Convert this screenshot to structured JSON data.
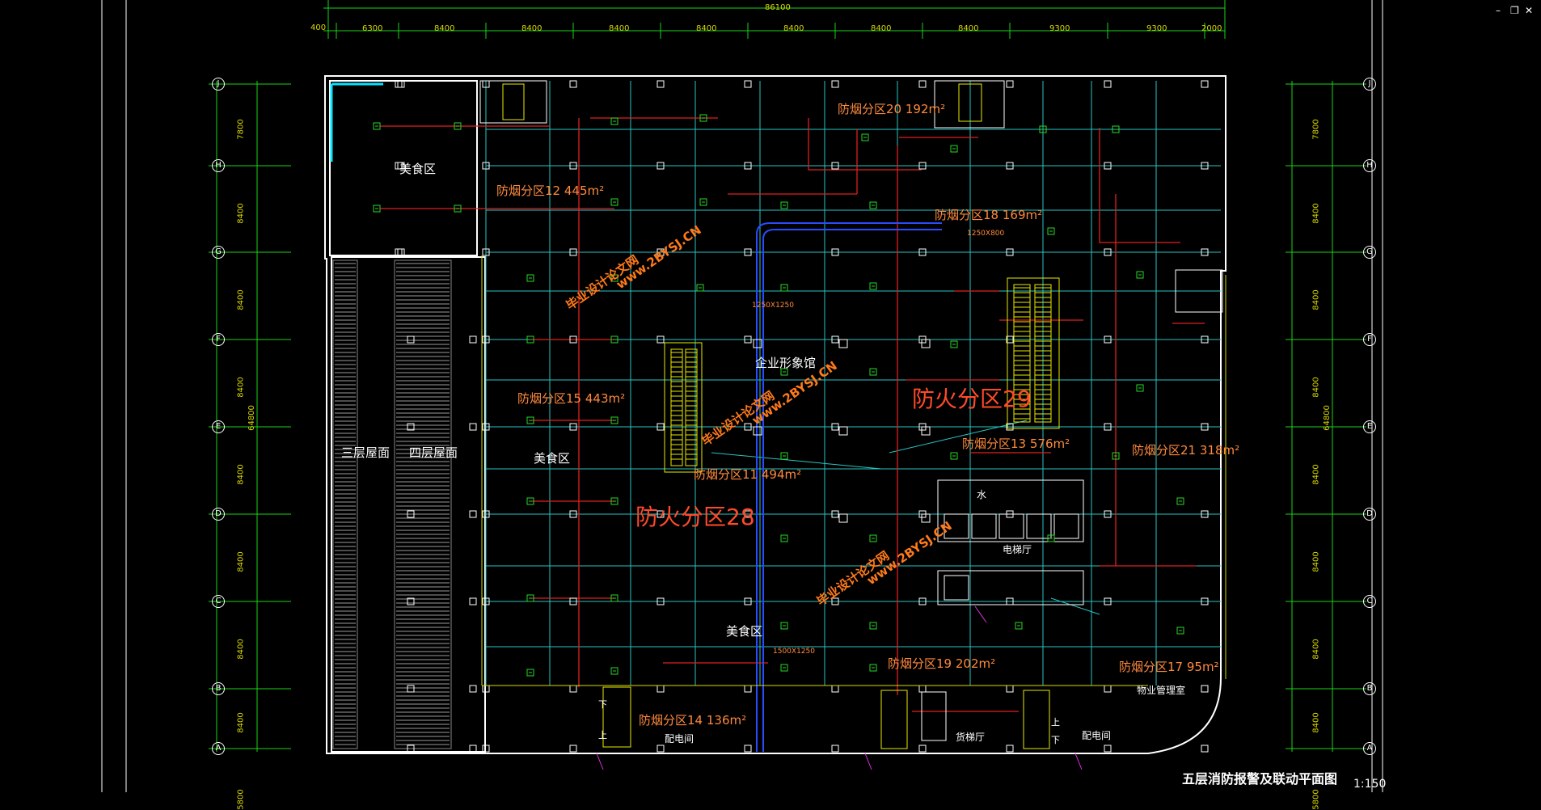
{
  "title": "五层消防报警及联动平面图",
  "scale": "1:150",
  "top_total_dim": "86100",
  "left_edge_dim": "400",
  "right_edge_dim": "2000",
  "top_dims": [
    "6300",
    "8400",
    "8400",
    "8400",
    "8400",
    "8400",
    "8400",
    "8400",
    "9300",
    "9300"
  ],
  "side_dims": [
    "7800",
    "8400",
    "8400",
    "8400",
    "8400",
    "8400",
    "8400",
    "8400",
    "5800"
  ],
  "side_total_dim": "64800",
  "axes": [
    "J",
    "H",
    "G",
    "F",
    "E",
    "D",
    "C",
    "B",
    "A"
  ],
  "rooms": {
    "food_tl": "美食区",
    "food_mid": "美食区",
    "food_bot": "美食区",
    "roof3": "三层屋面",
    "roof4": "四层屋面",
    "gallery": "企业形象馆",
    "elev_hall": "电梯厅",
    "freight_hall": "货梯厅",
    "power1": "配电间",
    "power2": "配电间",
    "property": "物业管理室",
    "water": "水",
    "up1": "上",
    "up2": "上",
    "down1": "下",
    "down2": "下"
  },
  "smoke_zones": {
    "z20": "防烟分区20 192m²",
    "z12": "防烟分区12 445m²",
    "z18": "防烟分区18 169m²",
    "z15": "防烟分区15 443m²",
    "z11": "防烟分区11 494m²",
    "z13": "防烟分区13 576m²",
    "z21": "防烟分区21 318m²",
    "z19": "防烟分区19 202m²",
    "z17": "防烟分区17 95m²",
    "z14": "防烟分区14 136m²"
  },
  "fire_zones": {
    "f29": "防火分区29",
    "f28": "防火分区28"
  },
  "watermarks": [
    "毕业设计论文网",
    "www.2BYSJ.CN"
  ],
  "duct_labels": [
    "1250X800",
    "1250X1250",
    "1500X1250"
  ],
  "colors": {
    "background": "#000000",
    "wall": "#ffffff",
    "grid": "#29c3c3",
    "dim": "#19d319",
    "wire": "#e02020",
    "zone_text": "#ff8a3c",
    "device": "#27d827",
    "escalator": "#e8e800",
    "duct": "#2a4bff"
  }
}
